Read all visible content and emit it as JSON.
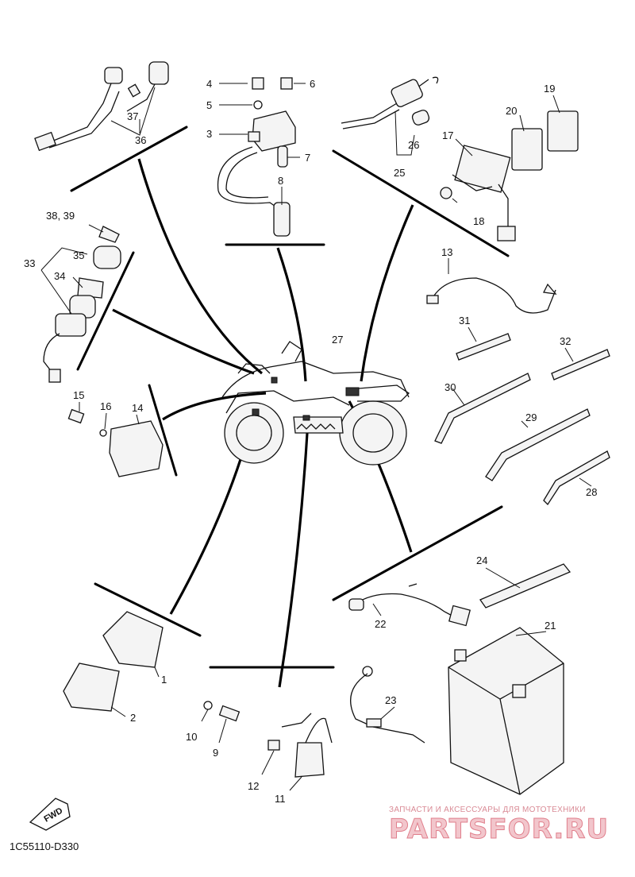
{
  "diagram_code": "1C55110-D330",
  "fwd_label": "FWD",
  "watermark": {
    "caption": "ЗАПЧАСТИ И АКСЕССУАРЫ ДЛЯ МОТОТЕХНИКИ",
    "brand": "PARTSFOR.RU"
  },
  "callouts": {
    "n1": "1",
    "n2": "2",
    "n3": "3",
    "n4": "4",
    "n5": "5",
    "n6": "6",
    "n7": "7",
    "n8": "8",
    "n9": "9",
    "n10": "10",
    "n11": "11",
    "n12": "12",
    "n13": "13",
    "n14": "14",
    "n15": "15",
    "n16": "16",
    "n17": "17",
    "n18": "18",
    "n19": "19",
    "n20": "20",
    "n21": "21",
    "n22": "22",
    "n23": "23",
    "n24": "24",
    "n25": "25",
    "n26": "26",
    "n27": "27",
    "n28": "28",
    "n29": "29",
    "n30": "30",
    "n31": "31",
    "n32": "32",
    "n33": "33",
    "n34": "34",
    "n35": "35",
    "n36": "36",
    "n37": "37",
    "n3839": "38, 39"
  }
}
